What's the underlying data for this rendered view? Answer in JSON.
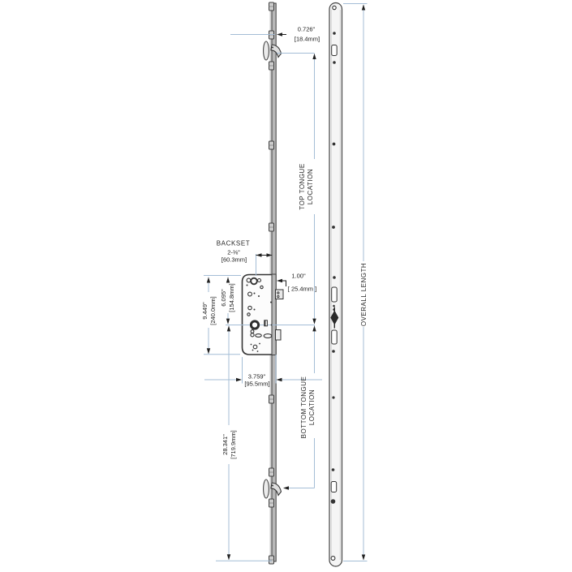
{
  "labels": {
    "backset": "BACKSET",
    "top_tongue_line1": "TOP TONGUE",
    "top_tongue_line2": "LOCATION",
    "bottom_tongue_line1": "BOTTOM TONGUE",
    "bottom_tongue_line2": "LOCATION",
    "overall_length": "OVERALL LENGTH"
  },
  "dimensions": {
    "tongue_offset": {
      "inches": "0.726\"",
      "metric": "[18.4mm]"
    },
    "backset": {
      "inches": "2-⅜\"",
      "metric": "[60.3mm]"
    },
    "faceplate_width": {
      "inches": "1.00\"",
      "metric": "[ 25.4mm ]"
    },
    "case_height": {
      "inches": "9.449\"",
      "metric": "[240.0mm]"
    },
    "case_top_to_center": {
      "inches": "6.095\"",
      "metric": "[154.8mm]"
    },
    "case_depth": {
      "inches": "3.759\"",
      "metric": "[95.5mm]"
    },
    "center_to_bottom": {
      "inches": "28.341\"",
      "metric": "[719.9mm]"
    }
  },
  "colors": {
    "dimension_line": "#a4bdd6",
    "part_outline": "#3a3a3a",
    "text": "#1c1c1c"
  }
}
